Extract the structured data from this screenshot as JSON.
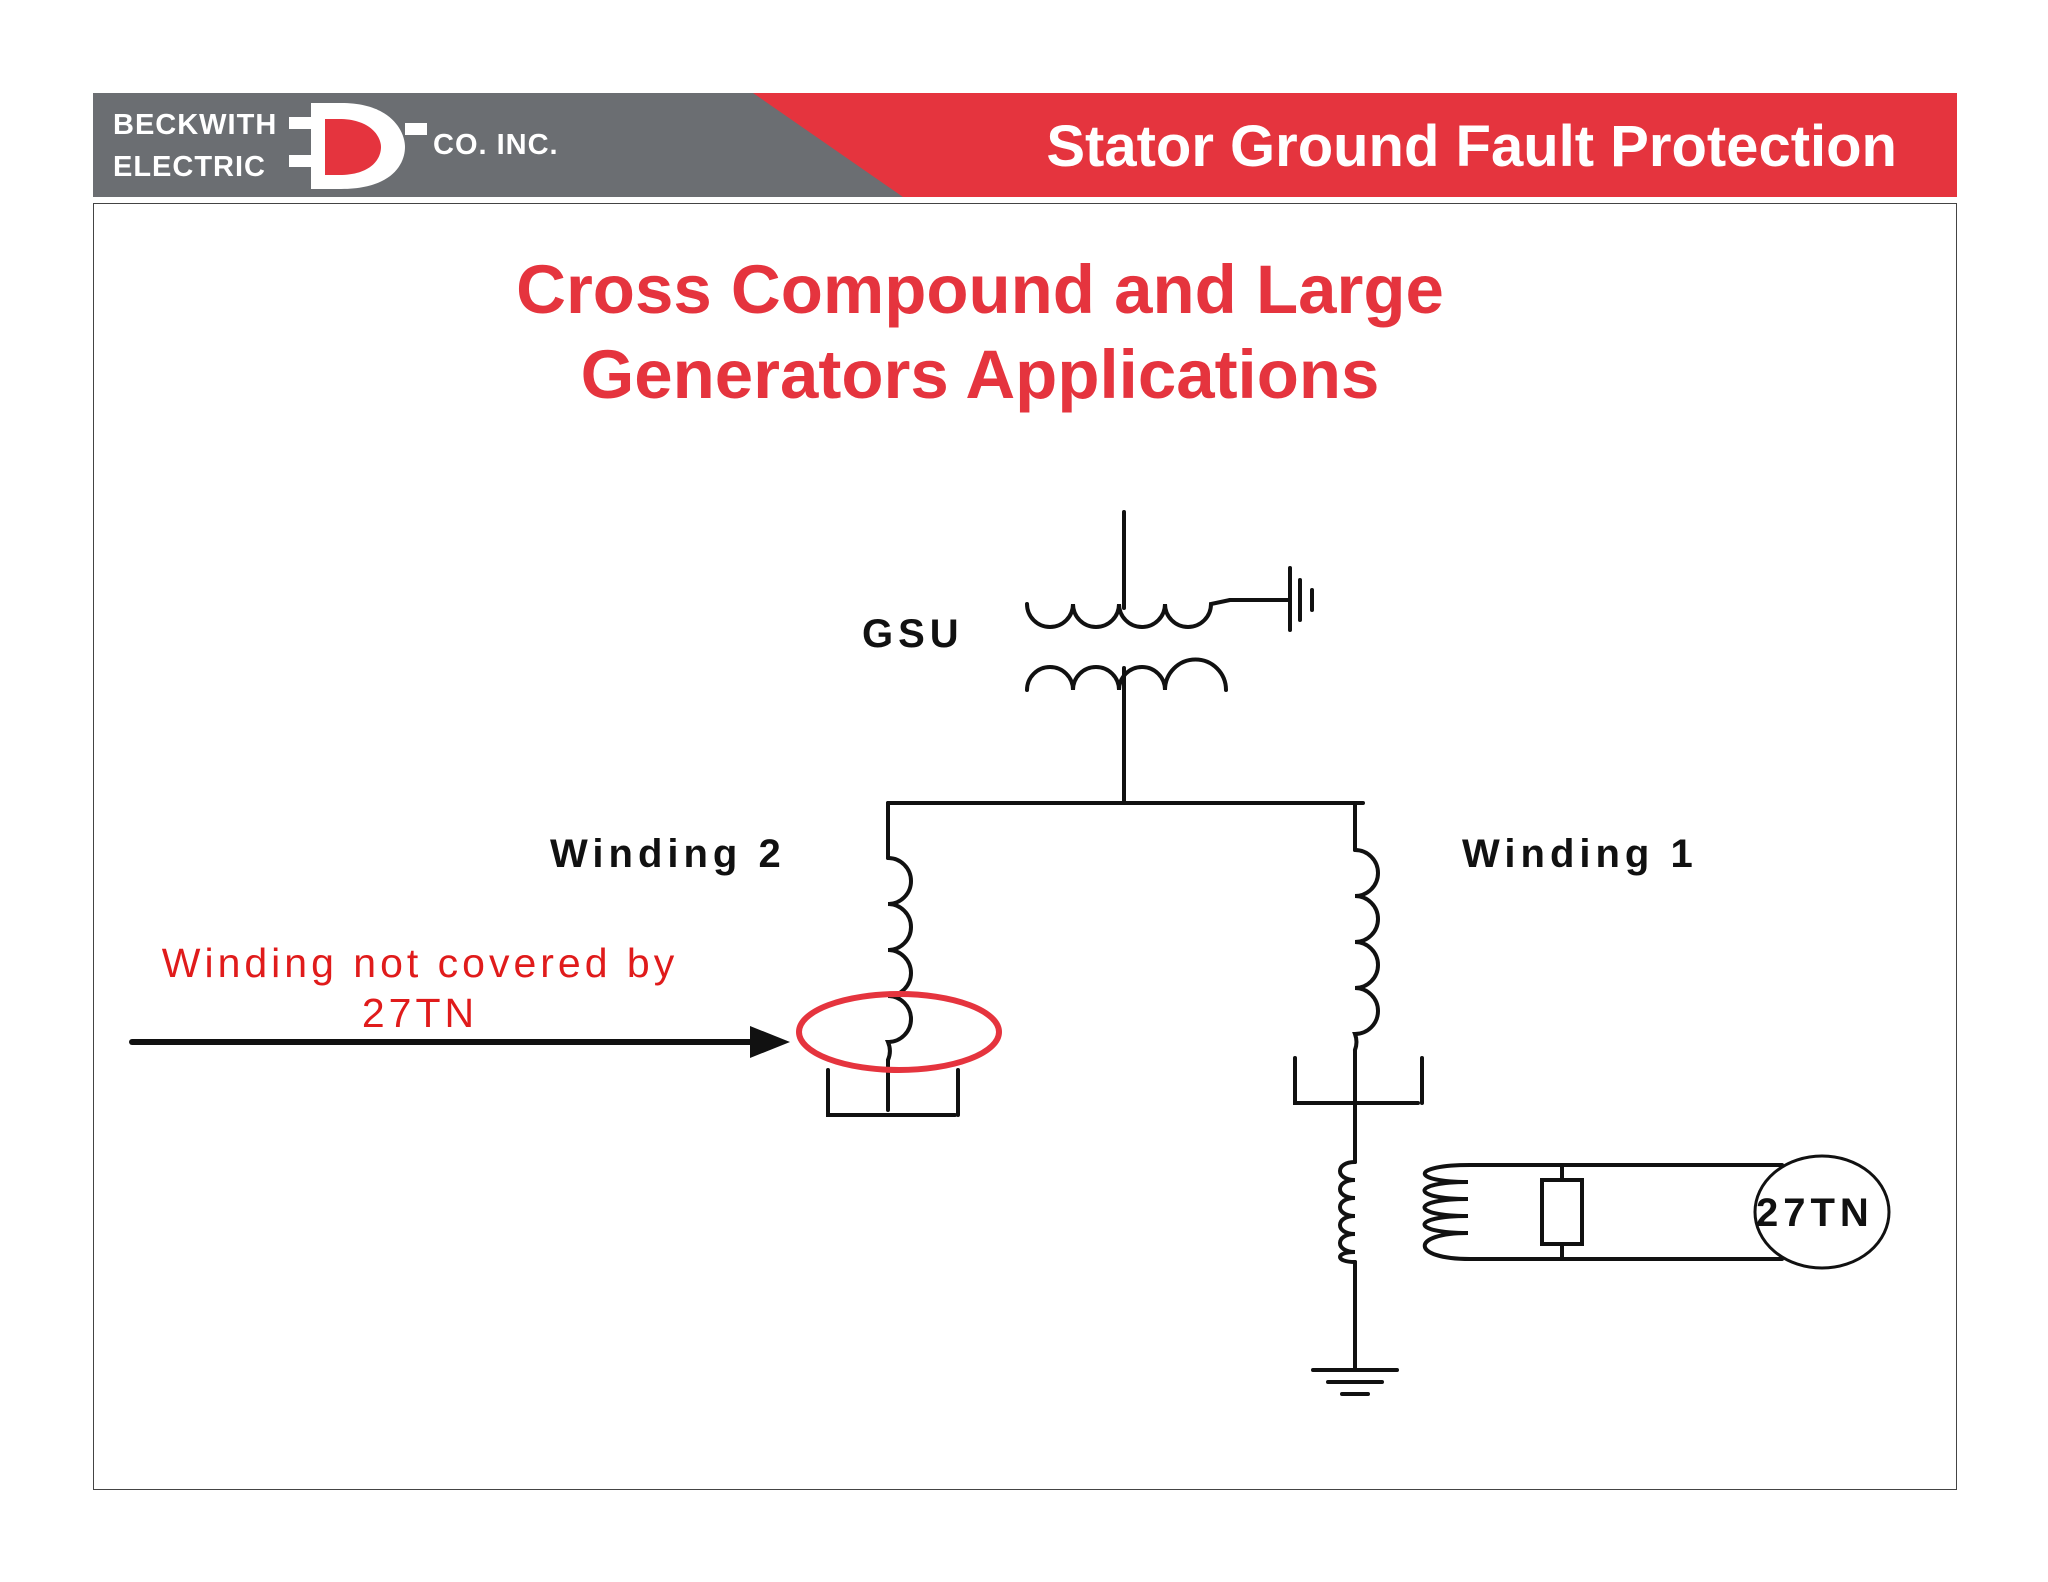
{
  "header": {
    "logo": {
      "line1": "BECKWITH",
      "line2": "ELECTRIC",
      "line3": "CO. INC."
    },
    "title": "Stator Ground Fault Protection"
  },
  "slide": {
    "title_line1": "Cross Compound and Large",
    "title_line2": "Generators Applications"
  },
  "diagram": {
    "gsu_label": "GSU",
    "winding2_label": "Winding 2",
    "winding1_label": "Winding 1",
    "note_line1": "Winding not covered by",
    "note_line2": "27TN",
    "relay_label": "27TN"
  },
  "colors": {
    "accent_red": "#e5343e",
    "header_gray": "#6b6e72",
    "note_red": "#e01b1b"
  }
}
